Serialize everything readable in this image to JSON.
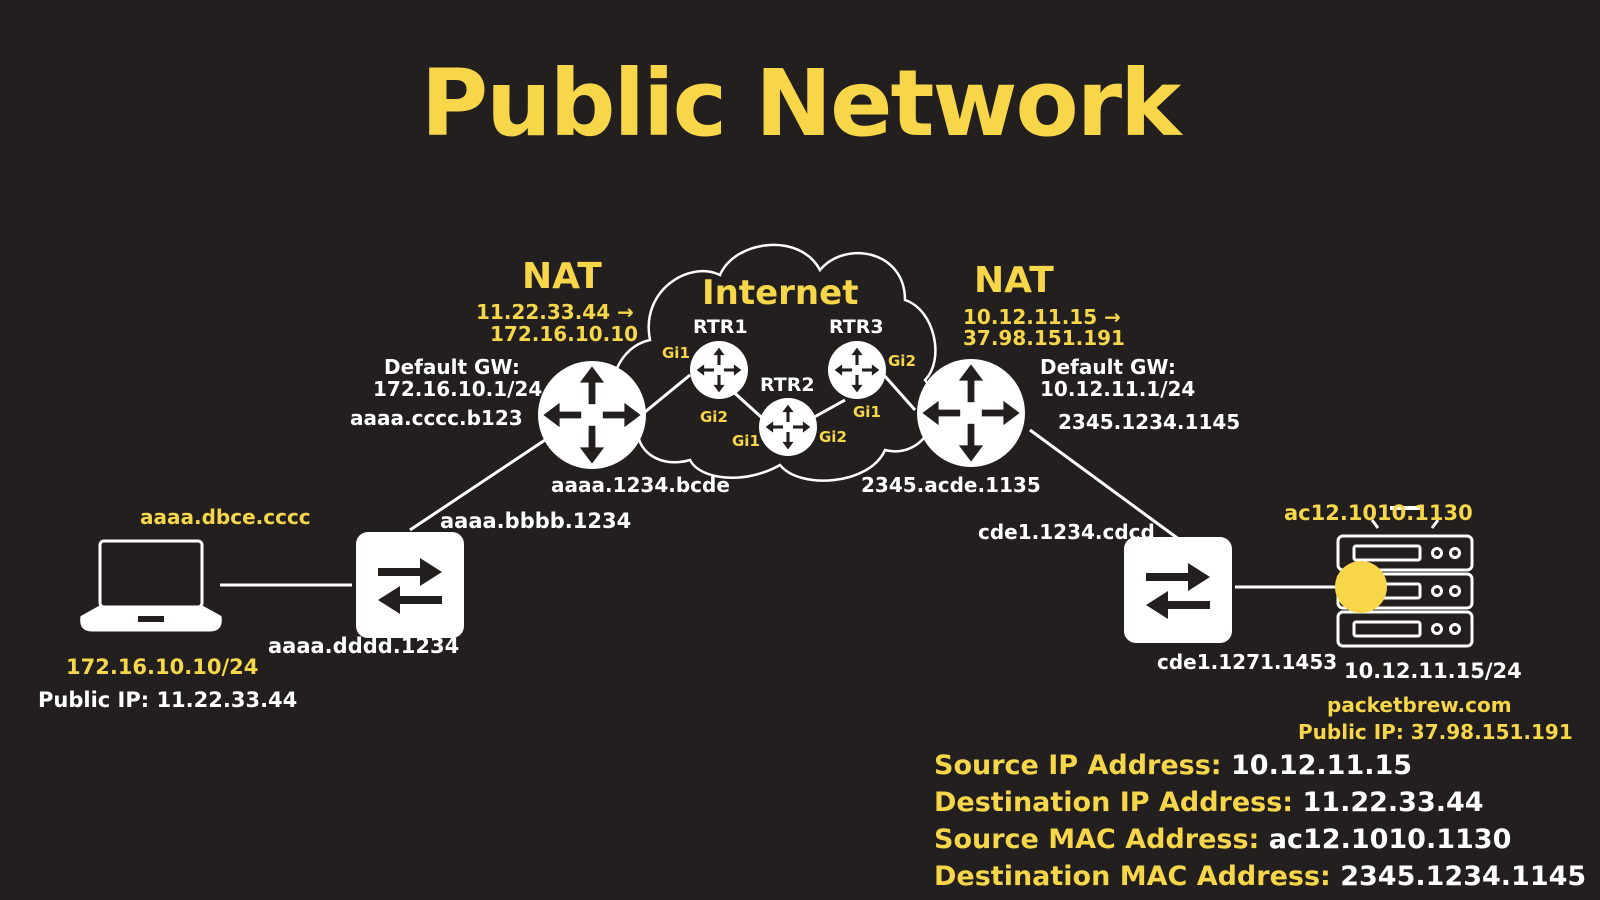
{
  "title": "Public Network",
  "colors": {
    "background": "#231f1e",
    "accent": "#f7d64a",
    "text": "#ffffff"
  },
  "icons": [
    "laptop-icon",
    "switch-icon",
    "router-icon",
    "cloud-icon",
    "server-icon"
  ],
  "left_nat": {
    "label": "NAT",
    "line1": "11.22.33.44 →",
    "line2": "172.16.10.10"
  },
  "right_nat": {
    "label": "NAT",
    "line1": "10.12.11.15 →",
    "line2": "37.98.151.191"
  },
  "internet": {
    "label": "Internet",
    "routers": [
      "RTR1",
      "RTR2",
      "RTR3"
    ],
    "interfaces": {
      "rtr1_gi1": "Gi1",
      "rtr1_gi2": "Gi2",
      "rtr2_gi1": "Gi1",
      "rtr2_gi2": "Gi2",
      "rtr3_gi1": "Gi1",
      "rtr3_gi2": "Gi2"
    }
  },
  "left_side": {
    "pc_mac": "aaaa.dbce.cccc",
    "pc_ip": "172.16.10.10/24",
    "pc_public_ip": "Public IP: 11.22.33.44",
    "switch_mac_down": "aaaa.dddd.1234",
    "switch_mac_up": "aaaa.bbbb.1234",
    "gw_label": "Default GW:",
    "gw_ip": "172.16.10.1/24",
    "router_mac_in": "aaaa.cccc.b123",
    "router_mac_out": "aaaa.1234.bcde"
  },
  "right_side": {
    "router_mac_out": "2345.acde.1135",
    "gw_label": "Default GW:",
    "gw_ip": "10.12.11.1/24",
    "router_mac_in": "2345.1234.1145",
    "switch_mac_up": "cde1.1234.cdcd",
    "switch_mac_down": "cde1.1271.1453",
    "server_mac": "ac12.1010.1130",
    "server_ip": "10.12.11.15/24",
    "server_site": "packetbrew.com",
    "server_public_ip": "Public IP: 37.98.151.191"
  },
  "packet_info": [
    {
      "label": "Source IP Address:",
      "value": "10.12.11.15"
    },
    {
      "label": "Destination IP Address:",
      "value": "11.22.33.44"
    },
    {
      "label": "Source MAC Address:",
      "value": "ac12.1010.1130"
    },
    {
      "label": "Destination MAC Address:",
      "value": "2345.1234.1145"
    }
  ]
}
